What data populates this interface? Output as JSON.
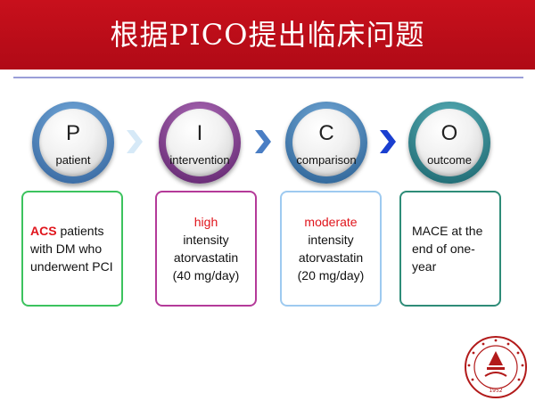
{
  "title": "根据PICO提出临床问题",
  "colors": {
    "title_bg": "#c8101c",
    "accent_red": "#e0151c"
  },
  "pico": [
    {
      "letter": "P",
      "label": "patient",
      "ring": "#3a6da8",
      "box_border": "#3cc35e"
    },
    {
      "letter": "I",
      "label": "intervention",
      "ring": "#7a2f86",
      "box_border": "#b43a99"
    },
    {
      "letter": "C",
      "label": "comparison",
      "ring": "#3d7fb5",
      "box_border": "#9ecaf0"
    },
    {
      "letter": "O",
      "label": "outcome",
      "ring": "#1e7d86",
      "box_border": "#2e8c78"
    }
  ],
  "boxes": {
    "p": {
      "highlight": "ACS",
      "line1_rest": " patients",
      "line2": "with DM who",
      "line3": "underwent  PCI"
    },
    "i": {
      "highlight": "high",
      "line2": "intensity",
      "line3": "atorvastatin",
      "line4": "(40 mg/day)"
    },
    "c": {
      "highlight": "moderate",
      "line2": "intensity",
      "line3": "atorvastatin",
      "line4": "(20 mg/day)"
    },
    "o": {
      "line1": "MACE  at the",
      "line2": "end of one-",
      "line3": "year"
    }
  },
  "logo": {
    "icon": "university-seal-icon",
    "year": "1952"
  }
}
